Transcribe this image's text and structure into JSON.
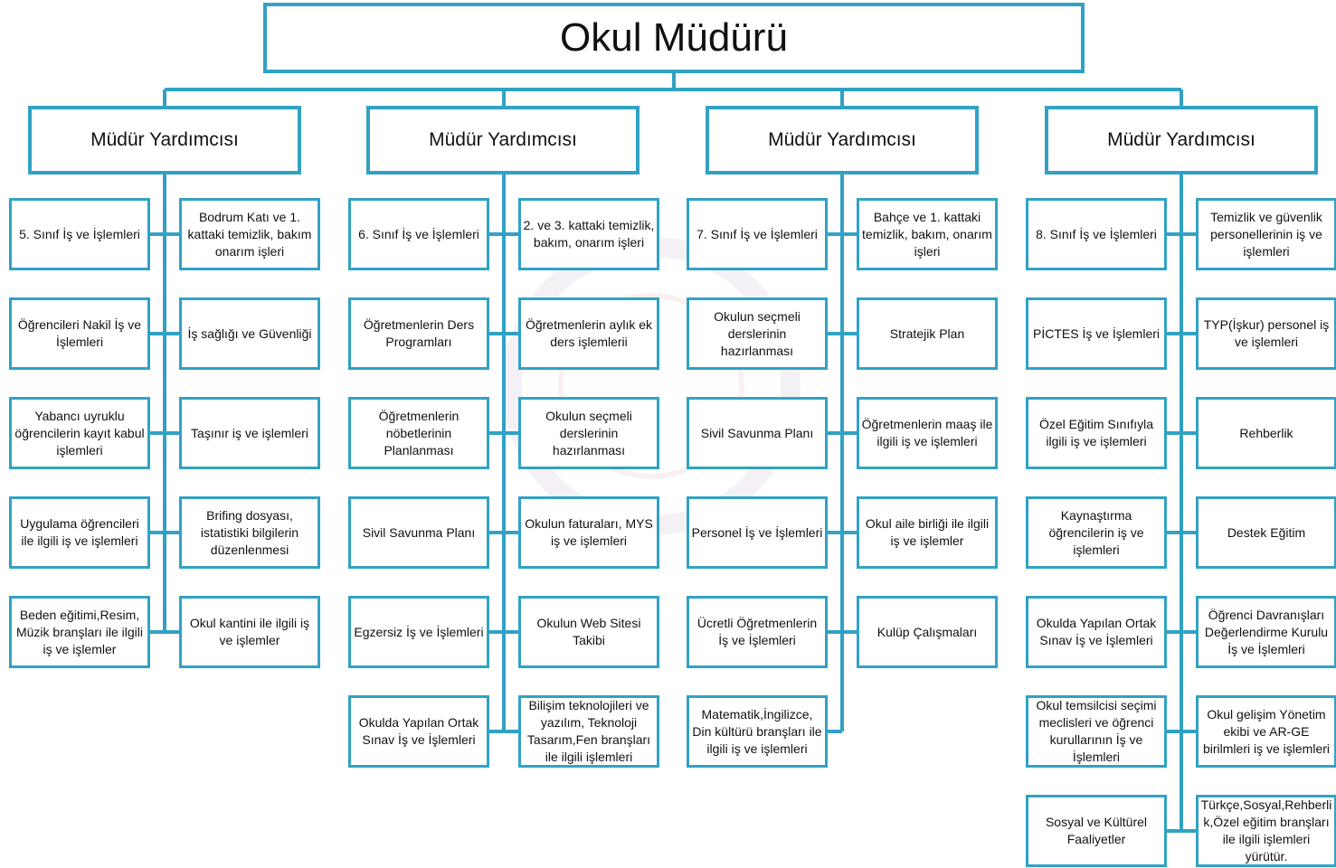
{
  "root": {
    "title": "Okul Müdürü"
  },
  "assistants": [
    {
      "title": "Müdür Yardımcısı",
      "left": [
        "5. Sınıf İş ve İşlemleri",
        "Öğrencileri Nakil İş ve\nİşlemleri",
        "Yabancı uyruklu\nöğrencilerin kayıt kabul\nişlemleri",
        "Uygulama öğrencileri\nile ilgili iş ve işlemleri",
        "Beden eğitimi,Resim,\nMüzik branşları ile ilgili\niş ve işlemler"
      ],
      "right": [
        "Bodrum Katı ve 1.\nkattaki temizlik, bakım\nonarım işleri",
        "İş sağlığı ve Güvenliği",
        "Taşınır iş ve işlemleri",
        "Brifing  dosyası,\nistatistiki bilgilerin\ndüzenlenmesi",
        "Okul kantini ile ilgili iş\nve işlemler"
      ]
    },
    {
      "title": "Müdür Yardımcısı",
      "left": [
        "6. Sınıf İş ve İşlemleri",
        "Öğretmenlerin Ders\nProgramları",
        "Öğretmenlerin\nnöbetlerinin\nPlanlanması",
        "Sivil Savunma Planı",
        "Egzersiz İş ve İşlemleri",
        "Okulda Yapılan Ortak\nSınav İş ve İşlemleri"
      ],
      "right": [
        "2. ve 3. kattaki temizlik,\nbakım, onarım işleri",
        "Öğretmenlerin aylık ek\nders işlemlerii",
        "Okulun seçmeli\nderslerinin\nhazırlanması",
        "Okulun faturaları, MYS\niş ve işlemleri",
        "Okulun Web Sitesi\nTakibi",
        "Bilişim teknolojileri ve\nyazılım, Teknoloji\nTasarım,Fen  branşları\nile ilgili işlemleri"
      ]
    },
    {
      "title": "Müdür Yardımcısı",
      "left": [
        "7. Sınıf İş ve İşlemleri",
        "Okulun seçmeli\nderslerinin\nhazırlanması",
        "Sivil Savunma Planı",
        "Personel İş ve İşlemleri",
        "Ücretli Öğretmenlerin\nİş ve İşlemleri",
        "Matematik,İngilizce,\nDin kültürü branşları ile\nilgili iş ve işlemleri"
      ],
      "right": [
        "Bahçe ve 1. kattaki\ntemizlik, bakım, onarım\nişleri",
        "Stratejik Plan",
        "Öğretmenlerin maaş ile\nilgili iş ve işlemleri",
        "Okul aile birliği ile ilgili\niş ve işlemler",
        "Kulüp Çalışmaları"
      ]
    },
    {
      "title": "Müdür Yardımcısı",
      "left": [
        "8. Sınıf İş ve İşlemleri",
        "PİCTES İş ve İşlemleri",
        "Özel Eğitim Sınıfıyla\nilgili iş ve işlemleri",
        "Kaynaştırma\nöğrencilerin iş ve\nişlemleri",
        "Okulda Yapılan Ortak\nSınav İş ve İşlemleri",
        "Okul temsilcisi seçimi\nmeclisleri ve öğrenci\nkurullarının İş ve\nİşlemleri",
        "Sosyal ve Kültürel\nFaaliyetler"
      ],
      "right": [
        "Temizlik ve güvenlik\npersonellerinin iş ve\nişlemleri",
        "TYP(İşkur) personel iş\nve işlemleri",
        "Rehberlik",
        "Destek Eğitim",
        "Öğrenci Davranışları\nDeğerlendirme Kurulu\nİş ve İşlemleri",
        "Okul gelişim Yönetim\nekibi ve AR-GE\nbirilmleri iş ve işlemleri",
        "Türkçe,Sosyal,Rehberli\nk,Özel eğitim branşları\nile ilgili işlemleri\nyürütür."
      ]
    }
  ],
  "colors": {
    "border": "#31a2c4",
    "text": "#111111"
  }
}
